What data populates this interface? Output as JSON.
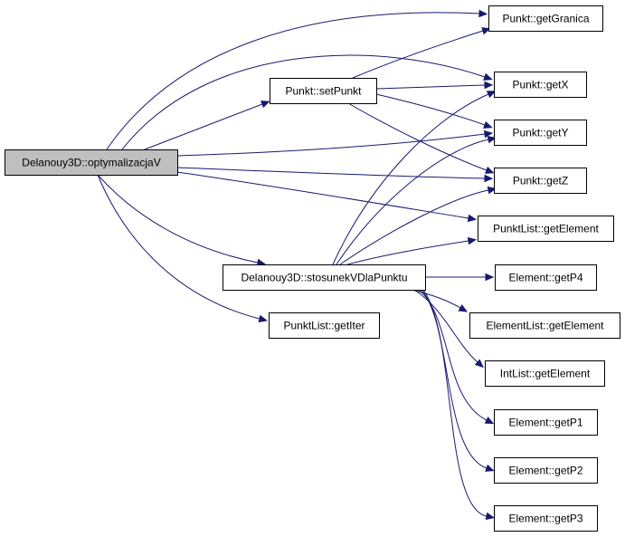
{
  "diagram": {
    "type": "call-graph",
    "edge_color": "#191970",
    "root_fill": "#bfbfbf",
    "nodes": {
      "opt": "Delanouy3D::optymalizacjaV",
      "setPunkt": "Punkt::setPunkt",
      "stos": "Delanouy3D::stosunekVDlaPunktu",
      "plIter": "PunktList::getIter",
      "granica": "Punkt::getGranica",
      "getX": "Punkt::getX",
      "getY": "Punkt::getY",
      "getZ": "Punkt::getZ",
      "plElem": "PunktList::getElement",
      "p4": "Element::getP4",
      "elElem": "ElementList::getElement",
      "ilElem": "IntList::getElement",
      "p1": "Element::getP1",
      "p2": "Element::getP2",
      "p3": "Element::getP3"
    },
    "edges": [
      [
        "opt",
        "granica"
      ],
      [
        "opt",
        "getX"
      ],
      [
        "opt",
        "setPunkt"
      ],
      [
        "opt",
        "getY"
      ],
      [
        "opt",
        "getZ"
      ],
      [
        "opt",
        "plElem"
      ],
      [
        "opt",
        "stos"
      ],
      [
        "opt",
        "plIter"
      ],
      [
        "setPunkt",
        "granica"
      ],
      [
        "setPunkt",
        "getX"
      ],
      [
        "setPunkt",
        "getY"
      ],
      [
        "setPunkt",
        "getZ"
      ],
      [
        "stos",
        "getX"
      ],
      [
        "stos",
        "getY"
      ],
      [
        "stos",
        "getZ"
      ],
      [
        "stos",
        "plElem"
      ],
      [
        "stos",
        "p4"
      ],
      [
        "stos",
        "elElem"
      ],
      [
        "stos",
        "ilElem"
      ],
      [
        "stos",
        "p1"
      ],
      [
        "stos",
        "p2"
      ],
      [
        "stos",
        "p3"
      ]
    ]
  }
}
